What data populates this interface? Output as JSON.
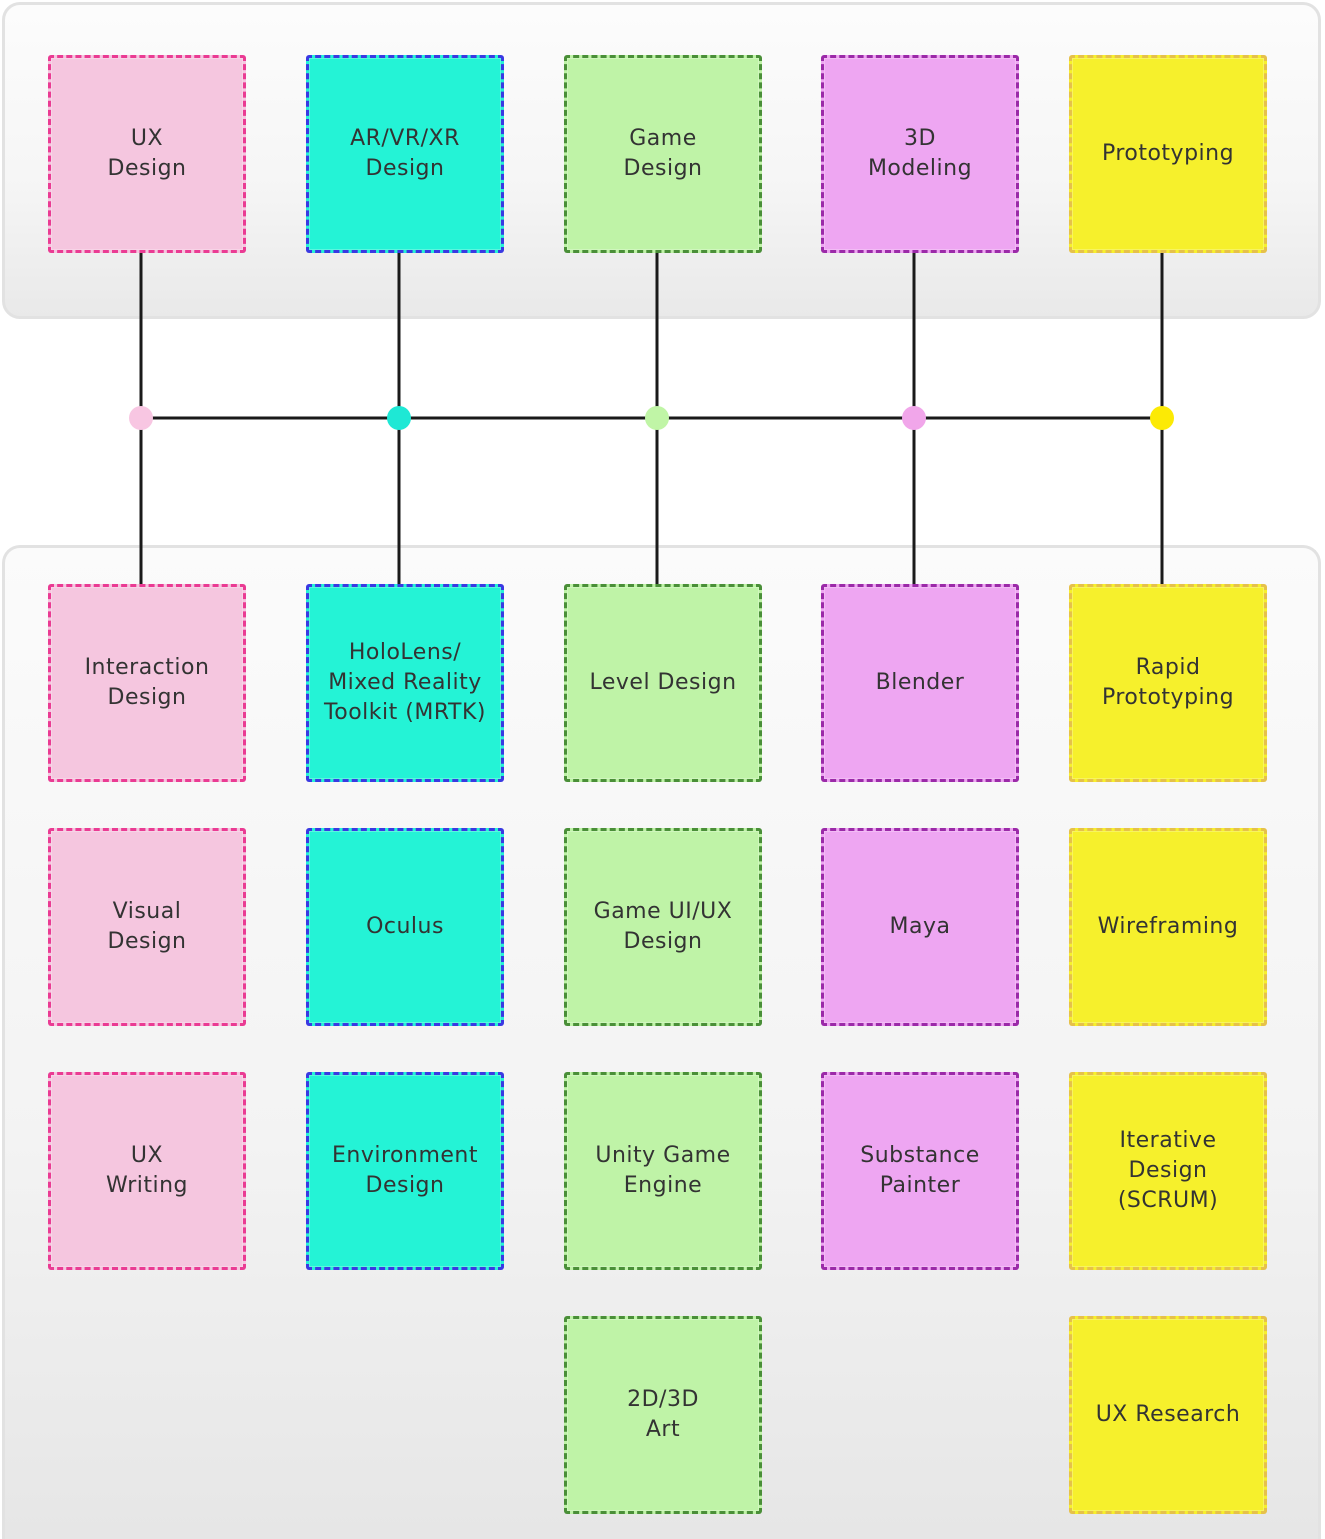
{
  "colors": {
    "pink": {
      "fill": "#f5c6df",
      "border": "#ea3b93",
      "dot": "#f8c6e2"
    },
    "cyan": {
      "fill": "#24f3d6",
      "border": "#3a39e2",
      "dot": "#1ee8d5"
    },
    "green": {
      "fill": "#bff3a7",
      "border": "#4a8f38",
      "dot": "#c0f5a6"
    },
    "purple": {
      "fill": "#eea6f2",
      "border": "#9b2aa8",
      "dot": "#f1a6ea"
    },
    "yellow": {
      "fill": "#f6f02c",
      "border": "#e6c14a",
      "dot": "#fcea05"
    },
    "line": "#1a1a1a"
  },
  "categories": [
    {
      "key": "ux",
      "color": "pink",
      "label": "UX\nDesign",
      "skills": [
        "Interaction\nDesign",
        "Visual\nDesign",
        "UX\nWriting"
      ]
    },
    {
      "key": "arvr",
      "color": "cyan",
      "label": "AR/VR/XR\nDesign",
      "skills": [
        "HoloLens/\nMixed Reality\nToolkit (MRTK)",
        "Oculus",
        "Environment\nDesign"
      ]
    },
    {
      "key": "game",
      "color": "green",
      "label": "Game\nDesign",
      "skills": [
        "Level Design",
        "Game UI/UX\nDesign",
        "Unity Game\nEngine",
        "2D/3D\nArt"
      ]
    },
    {
      "key": "modeling",
      "color": "purple",
      "label": "3D\nModeling",
      "skills": [
        "Blender",
        "Maya",
        "Substance\nPainter"
      ]
    },
    {
      "key": "proto",
      "color": "yellow",
      "label": "Prototyping",
      "skills": [
        "Rapid\nPrototyping",
        "Wireframing",
        "Iterative Design\n(SCRUM)",
        "UX Research"
      ]
    }
  ]
}
